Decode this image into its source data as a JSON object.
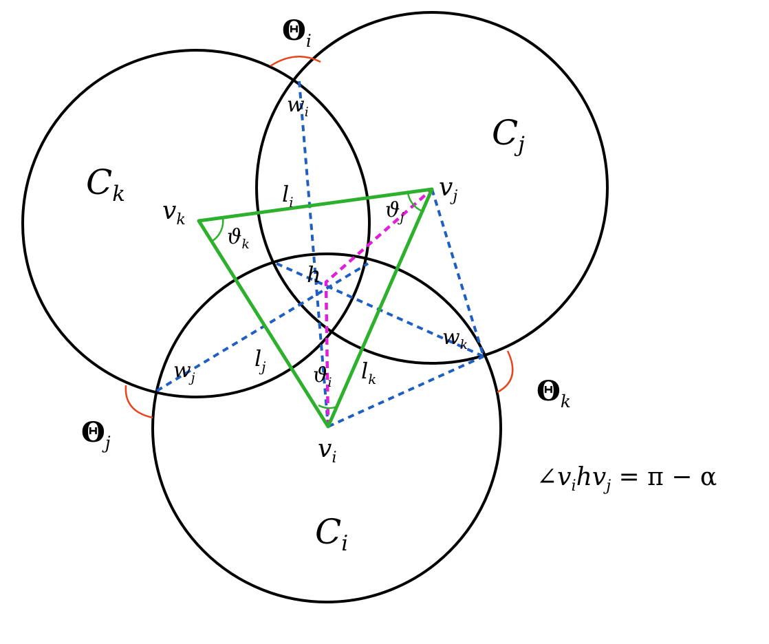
{
  "colors": {
    "circle": "#000000",
    "triangle": "#2db12d",
    "dashed_blue": "#1f5fc2",
    "dashed_magenta": "#e11fd8",
    "angle_marker": "#e8451c"
  },
  "labels": {
    "Theta_i": {
      "base": "Θ",
      "sub": "i"
    },
    "Theta_j": {
      "base": "Θ",
      "sub": "j"
    },
    "Theta_k": {
      "base": "Θ",
      "sub": "k"
    },
    "C_i": {
      "base": "C",
      "sub": "i"
    },
    "C_j": {
      "base": "C",
      "sub": "j"
    },
    "C_k": {
      "base": "C",
      "sub": "k"
    },
    "v_i": {
      "base": "v",
      "sub": "i"
    },
    "v_j": {
      "base": "v",
      "sub": "j"
    },
    "v_k": {
      "base": "v",
      "sub": "k"
    },
    "w_i": {
      "base": "w",
      "sub": "i"
    },
    "w_j": {
      "base": "w",
      "sub": "j"
    },
    "w_k": {
      "base": "w",
      "sub": "k"
    },
    "l_i": {
      "base": "l",
      "sub": "i"
    },
    "l_j": {
      "base": "l",
      "sub": "j"
    },
    "l_k": {
      "base": "l",
      "sub": "k"
    },
    "theta_i": {
      "base": "ϑ",
      "sub": "i"
    },
    "theta_j": {
      "base": "ϑ",
      "sub": "j"
    },
    "theta_k": {
      "base": "ϑ",
      "sub": "k"
    },
    "h": {
      "base": "h"
    }
  },
  "equation": {
    "angle_symbol": "∠",
    "v1": "v",
    "v1_sub": "i",
    "h": "h",
    "v2": "v",
    "v2_sub": "j",
    "rhs": " = π − α"
  }
}
